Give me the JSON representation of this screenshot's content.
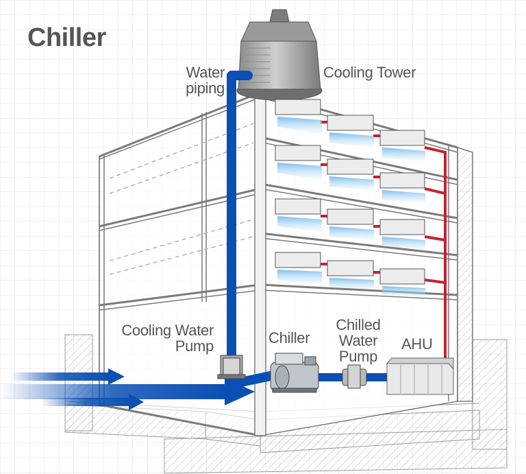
{
  "title": "Chiller",
  "labels": {
    "water_piping": "Water piping",
    "cooling_tower": "Cooling Tower",
    "cooling_water_pump": "Cooling Water Pump",
    "chiller": "Chiller",
    "chilled_water_pump": "Chilled Water Pump",
    "ahu": "AHU"
  },
  "colors": {
    "cooling_water_pipe": "#0a4fb3",
    "chilled_water_pipe": "#c8202f",
    "diffuser_air": "#8cc7ef",
    "text": "#555555"
  }
}
